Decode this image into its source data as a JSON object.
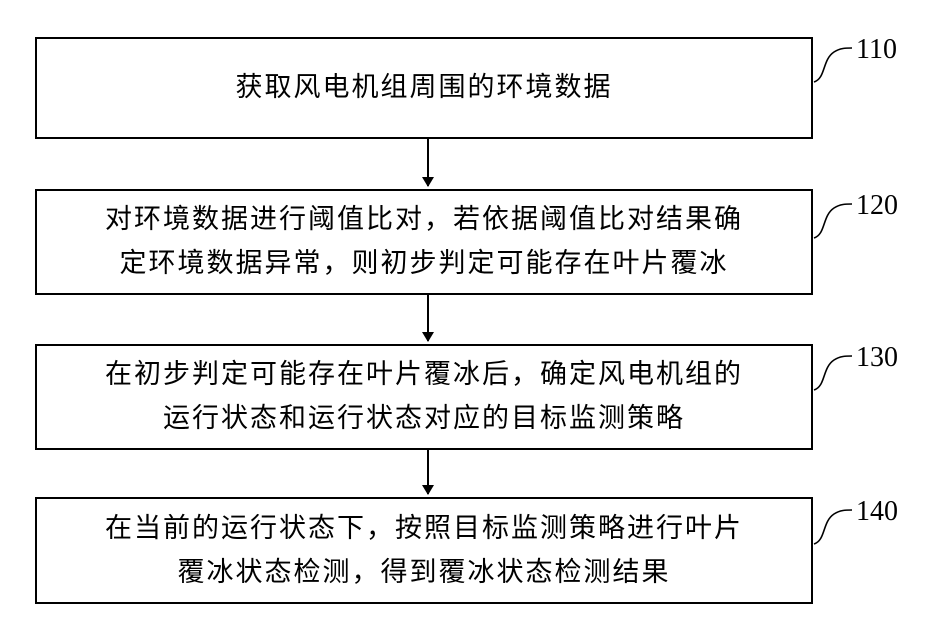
{
  "steps": [
    {
      "label": "110",
      "lines": [
        "获取风电机组周围的环境数据"
      ]
    },
    {
      "label": "120",
      "lines": [
        "对环境数据进行阈值比对，若依据阈值比对结果确",
        "定环境数据异常，则初步判定可能存在叶片覆冰"
      ]
    },
    {
      "label": "130",
      "lines": [
        "在初步判定可能存在叶片覆冰后，确定风电机组的",
        "运行状态和运行状态对应的目标监测策略"
      ]
    },
    {
      "label": "140",
      "lines": [
        "在当前的运行状态下，按照目标监测策略进行叶片",
        "覆冰状态检测，得到覆冰状态检测结果"
      ]
    }
  ]
}
